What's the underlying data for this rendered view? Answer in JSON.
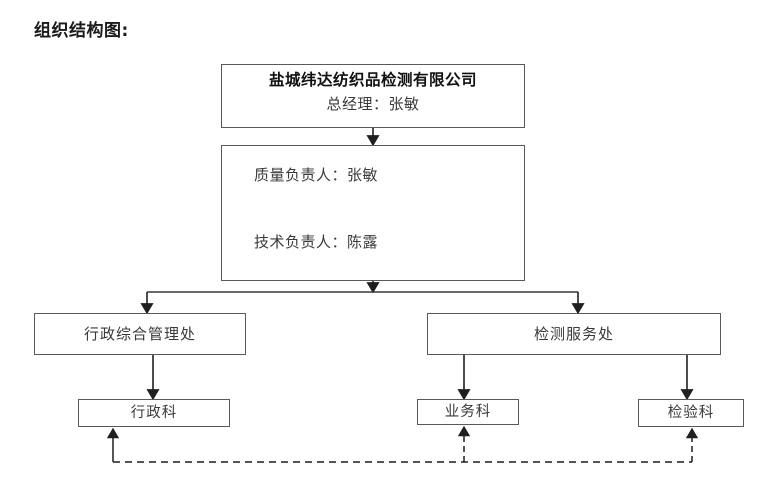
{
  "page": {
    "title": "组织结构图:",
    "background_color": "#ffffff",
    "line_color": "#2b2b2b",
    "box_border_color": "#595959",
    "text_color": "#3a3a3a"
  },
  "org_chart": {
    "type": "diagram",
    "orientation": "top-down",
    "nodes": [
      {
        "id": "company",
        "level": 1,
        "lines": [
          "盐城纬达纺织品检测有限公司",
          "总经理：张敏"
        ],
        "title_text": "盐城纬达纺织品检测有限公司",
        "subtitle_text": "总经理：张敏",
        "bold_title": true
      },
      {
        "id": "leads",
        "level": 2,
        "lines": [
          "质量负责人：张敏",
          "技术负责人：陈露"
        ],
        "quality_lead": "质量负责人：张敏",
        "technical_lead": "技术负责人：陈露"
      },
      {
        "id": "admin-dept",
        "level": 3,
        "label": "行政综合管理处"
      },
      {
        "id": "test-dept",
        "level": 3,
        "label": "检测服务处"
      },
      {
        "id": "admin-sec",
        "level": 4,
        "label": "行政科"
      },
      {
        "id": "business-sec",
        "level": 4,
        "label": "业务科"
      },
      {
        "id": "inspect-sec",
        "level": 4,
        "label": "检验科"
      }
    ],
    "edges": [
      {
        "from": "company",
        "to": "leads",
        "style": "solid",
        "arrow": "down"
      },
      {
        "from": "leads",
        "to": "admin-dept",
        "style": "solid",
        "arrow": "down"
      },
      {
        "from": "leads",
        "to": "test-dept",
        "style": "solid",
        "arrow": "down"
      },
      {
        "from": "admin-dept",
        "to": "admin-sec",
        "style": "solid",
        "arrow": "down"
      },
      {
        "from": "test-dept",
        "to": "business-sec",
        "style": "solid",
        "arrow": "down"
      },
      {
        "from": "test-dept",
        "to": "inspect-sec",
        "style": "solid",
        "arrow": "down"
      },
      {
        "from": "dashed-bus",
        "to": "admin-sec",
        "style": "dashed",
        "arrow": "up"
      },
      {
        "from": "dashed-bus",
        "to": "business-sec",
        "style": "dashed",
        "arrow": "up"
      },
      {
        "from": "dashed-bus",
        "to": "inspect-sec",
        "style": "dashed",
        "arrow": "up"
      }
    ]
  }
}
